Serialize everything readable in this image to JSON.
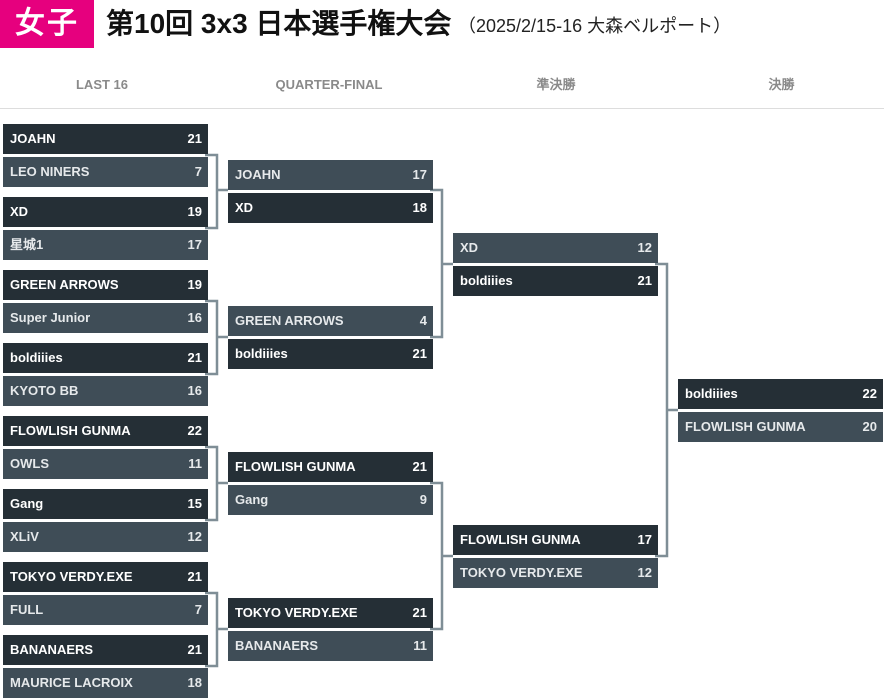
{
  "header": {
    "badge": "女子",
    "title": "第10回 3x3 日本選手権大会",
    "subtitle": "（2025/2/15-16 大森ベルポート）"
  },
  "rounds": [
    "LAST 16",
    "QUARTER-FINAL",
    "準決勝",
    "決勝"
  ],
  "bracket": {
    "last16": [
      [
        {
          "team": "JOAHN",
          "score": "21",
          "winner": true
        },
        {
          "team": "LEO NINERS",
          "score": "7",
          "winner": false
        }
      ],
      [
        {
          "team": "XD",
          "score": "19",
          "winner": true
        },
        {
          "team": "星城1",
          "score": "17",
          "winner": false
        }
      ],
      [
        {
          "team": "GREEN ARROWS",
          "score": "19",
          "winner": true
        },
        {
          "team": "Super Junior",
          "score": "16",
          "winner": false
        }
      ],
      [
        {
          "team": "boldiiies",
          "score": "21",
          "winner": true
        },
        {
          "team": "KYOTO BB",
          "score": "16",
          "winner": false
        }
      ],
      [
        {
          "team": "FLOWLISH GUNMA",
          "score": "22",
          "winner": true
        },
        {
          "team": "OWLS",
          "score": "11",
          "winner": false
        }
      ],
      [
        {
          "team": "Gang",
          "score": "15",
          "winner": true
        },
        {
          "team": "XLiV",
          "score": "12",
          "winner": false
        }
      ],
      [
        {
          "team": "TOKYO VERDY.EXE",
          "score": "21",
          "winner": true
        },
        {
          "team": "FULL",
          "score": "7",
          "winner": false
        }
      ],
      [
        {
          "team": "BANANAERS",
          "score": "21",
          "winner": true
        },
        {
          "team": "MAURICE LACROIX",
          "score": "18",
          "winner": false
        }
      ]
    ],
    "quarter": [
      [
        {
          "team": "JOAHN",
          "score": "17",
          "winner": false
        },
        {
          "team": "XD",
          "score": "18",
          "winner": true
        }
      ],
      [
        {
          "team": "GREEN ARROWS",
          "score": "4",
          "winner": false
        },
        {
          "team": "boldiiies",
          "score": "21",
          "winner": true
        }
      ],
      [
        {
          "team": "FLOWLISH GUNMA",
          "score": "21",
          "winner": true
        },
        {
          "team": "Gang",
          "score": "9",
          "winner": false
        }
      ],
      [
        {
          "team": "TOKYO VERDY.EXE",
          "score": "21",
          "winner": true
        },
        {
          "team": "BANANAERS",
          "score": "11",
          "winner": false
        }
      ]
    ],
    "semi": [
      [
        {
          "team": "XD",
          "score": "12",
          "winner": false
        },
        {
          "team": "boldiiies",
          "score": "21",
          "winner": true
        }
      ],
      [
        {
          "team": "FLOWLISH GUNMA",
          "score": "17",
          "winner": true
        },
        {
          "team": "TOKYO VERDY.EXE",
          "score": "12",
          "winner": false
        }
      ]
    ],
    "final": [
      [
        {
          "team": "boldiiies",
          "score": "22",
          "winner": true
        },
        {
          "team": "FLOWLISH GUNMA",
          "score": "20",
          "winner": false
        }
      ]
    ]
  }
}
